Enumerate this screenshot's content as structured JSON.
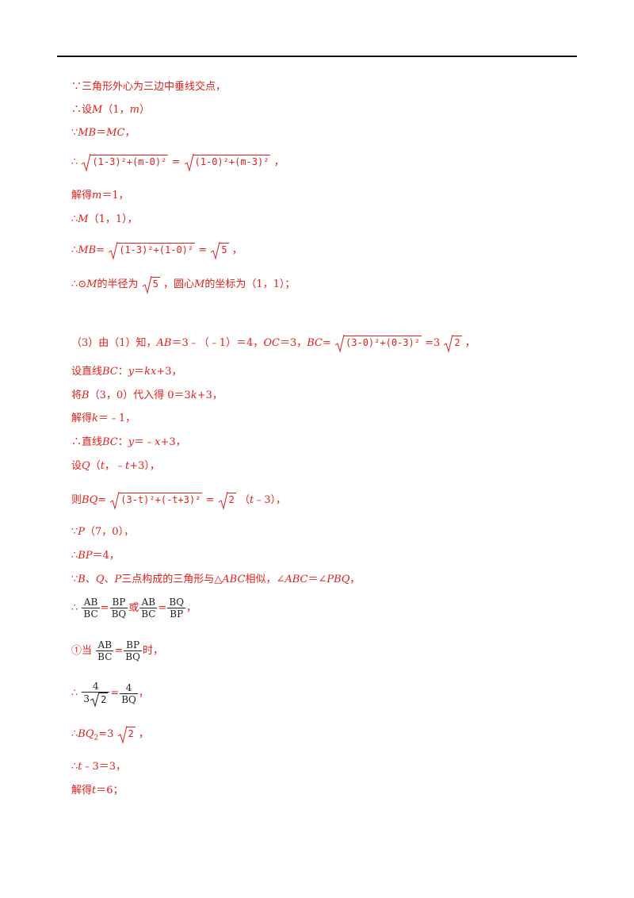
{
  "l1": "∵三角形外心为三边中垂线交点，",
  "l2a": "∴设",
  "l2b": "M",
  "l2c": "（1，",
  "l2d": "m",
  "l2e": "）",
  "l3a": "∵",
  "l3b": "MB",
  "l3c": "＝",
  "l3d": "MC",
  "l3e": "，",
  "l4a": "∴",
  "l4r1": "(1-3)²+(m-0)²",
  "l4b": "=",
  "l4r2": "(1-0)²+(m-3)²",
  "l4c": "，",
  "l5a": "解得",
  "l5b": "m",
  "l5c": "＝1，",
  "l6a": "∴",
  "l6b": "M",
  "l6c": "（1，1），",
  "l7a": "∴",
  "l7b": "MB",
  "l7c": "=",
  "l7r": "(1-3)²+(1-0)²",
  "l7d": "=",
  "l7r2": "5",
  "l7e": "，",
  "l8a": "∴⊙",
  "l8b": "M",
  "l8c": "的半径为",
  "l8r": "5",
  "l8d": "，圆心",
  "l8e": "M",
  "l8f": "的坐标为（1，1）；",
  "l9a": "（3）由（1）知，",
  "l9b": "AB",
  "l9c": "＝3﹣（﹣1）＝4，",
  "l9d": "OC",
  "l9e": "＝3，",
  "l9f": "BC",
  "l9g": "=",
  "l9r": "(3-0)²+(0-3)²",
  "l9h": "=3",
  "l9r2": "2",
  "l9i": "，",
  "l10a": "设直线",
  "l10b": "BC",
  "l10c": "：",
  "l10d": "y",
  "l10e": "＝",
  "l10f": "kx",
  "l10g": "+3，",
  "l11a": "将",
  "l11b": "B",
  "l11c": "（3，0）代入得 0＝3",
  "l11d": "k",
  "l11e": "+3，",
  "l12a": "解得",
  "l12b": "k",
  "l12c": "＝﹣1，",
  "l13a": "∴直线",
  "l13b": "BC",
  "l13c": "：",
  "l13d": "y",
  "l13e": "＝﹣",
  "l13f": "x",
  "l13g": "+3，",
  "l14a": "设",
  "l14b": "Q",
  "l14c": "（",
  "l14d": "t",
  "l14e": "，﹣",
  "l14f": "t",
  "l14g": "+3），",
  "l15a": "则",
  "l15b": "BQ",
  "l15c": "=",
  "l15r": "(3-t)²+(-t+3)²",
  "l15d": "=",
  "l15r2": "2",
  "l15e": "（",
  "l15f": "t",
  "l15g": "﹣3），",
  "l16a": "∵",
  "l16b": "P",
  "l16c": "（7，0），",
  "l17a": "∴",
  "l17b": "BP",
  "l17c": "＝4，",
  "l18a": "∵",
  "l18b": "B",
  "l18c": "、",
  "l18d": "Q",
  "l18e": "、",
  "l18f": "P",
  "l18g": "三点构成的三角形与△",
  "l18h": "ABC",
  "l18i": "相似，∠",
  "l18j": "ABC",
  "l18k": "＝∠",
  "l18l": "PBQ",
  "l18m": "，",
  "f1n": "AB",
  "f1d": "BC",
  "f2n": "BP",
  "f2d": "BQ",
  "l19or": "或",
  "f3n": "AB",
  "f3d": "BC",
  "f4n": "BQ",
  "f4d": "BP",
  "l19eq1": "=",
  "l19eq2": "=",
  "l19a": "∴",
  "l19e": "，",
  "l20a": "①当",
  "l20eq": "=",
  "l20b": "时，",
  "l21a": "∴",
  "l21n1": "4",
  "l21d1a": "3",
  "l21d1r": "2",
  "l21eq": "=",
  "l21n2": "4",
  "l21d2": "BQ",
  "l21e": "，",
  "l22a": "∴",
  "l22b": "BQ",
  "l22s": "2",
  "l22c": "=3",
  "l22r": "2",
  "l22d": "，",
  "l23a": "∴",
  "l23b": "t",
  "l23c": "﹣3＝3，",
  "l24a": "解得",
  "l24b": "t",
  "l24c": "＝6；"
}
